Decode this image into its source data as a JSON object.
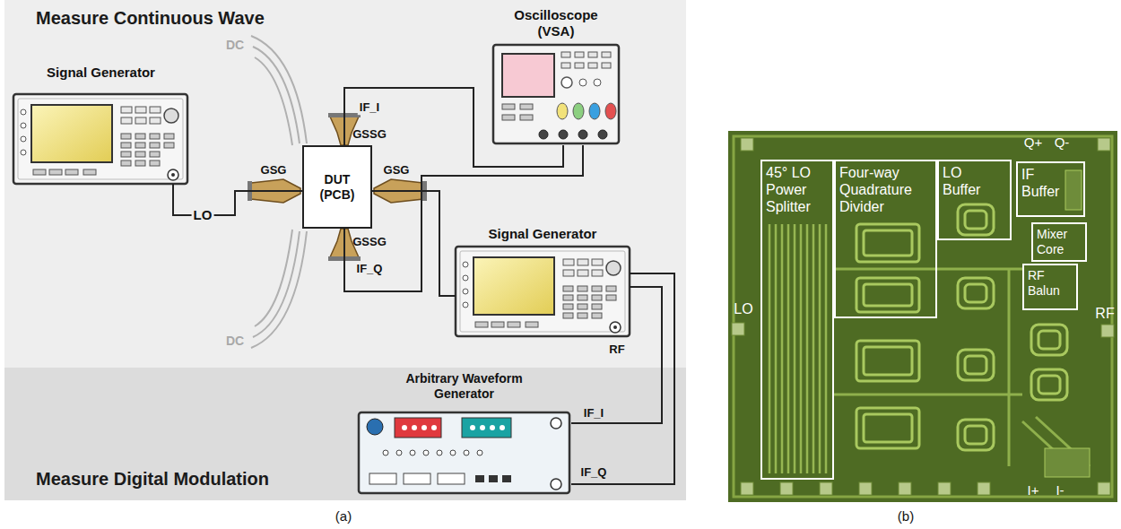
{
  "diagram": {
    "nodes": [
      {
        "text": [
          "Measure Continuous Wave"
        ]
      },
      {
        "text": [
          "Signal Generator"
        ],
        "in": 0
      },
      {
        "text": [
          "Oscilloscope (VSA)"
        ],
        "in": 0
      },
      {
        "text": [
          "DUT (PCB)"
        ],
        "in": 0
      },
      {
        "text": [
          "Signal Generator"
        ],
        "in": 0
      },
      {
        "text": [
          "Measure Digital Modulation"
        ]
      },
      {
        "text": [
          "Arbitrary Waveform Generator"
        ],
        "in": 5
      },
      {
        "text": [
          "45° LO Power Splitter"
        ]
      },
      {
        "text": [
          "Four-way Quadrature Divider"
        ]
      },
      {
        "text": [
          "LO Buffer"
        ]
      },
      {
        "text": [
          "IF Buffer"
        ]
      },
      {
        "text": [
          "Mixer Core"
        ]
      },
      {
        "text": [
          "RF Balun"
        ]
      }
    ],
    "edges": [
      {
        "from": 1,
        "to": 3,
        "arrow": "none",
        "label": "LO"
      },
      {
        "from": 3,
        "to": 2,
        "arrow": "none",
        "label": "IF_I"
      },
      {
        "from": 3,
        "to": 2,
        "arrow": "none",
        "label": "IF_Q"
      },
      {
        "from": 3,
        "to": 4,
        "arrow": "none"
      },
      {
        "from": 6,
        "to": 4,
        "arrow": "none",
        "label": "IF_I"
      },
      {
        "from": 6,
        "to": 4,
        "arrow": "none",
        "label": "IF_Q"
      }
    ],
    "labels": [
      "GSG",
      "GSSG",
      "GSG",
      "GSSG",
      "DC",
      "DC",
      "RF",
      "(a)",
      "LO",
      "RF",
      "Q+",
      "Q-",
      "I+",
      "I-",
      "(b)"
    ]
  }
}
